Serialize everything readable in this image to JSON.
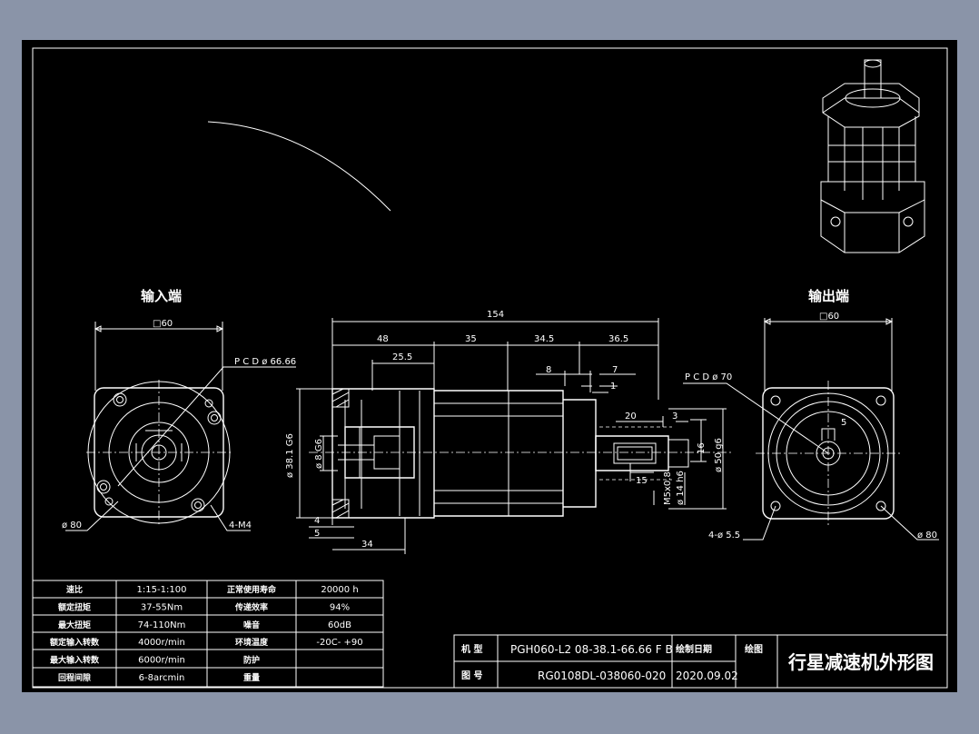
{
  "views": {
    "input_title": "输入端",
    "output_title": "输出端"
  },
  "dims": {
    "in_square": "□60",
    "in_pcd": "P C D ø 66.66",
    "in_dia": "ø 80",
    "in_holes": "4-M4",
    "overall": "154",
    "seg1": "48",
    "seg2": "35",
    "seg3": "34.5",
    "seg4": "36.5",
    "d25": "25.5",
    "d8": "8",
    "d7": "7",
    "d1": "1",
    "d20": "20",
    "d3": "3",
    "d16": "16",
    "d15": "15",
    "d_bore": "ø 38.1 G6",
    "d_shaft_in": "ø 8 G6",
    "d_pilot": "ø 50 g6",
    "d_shaft": "ø 14 h6",
    "d_thread": "M5x0.8",
    "d4": "4",
    "d5": "5",
    "d34": "34",
    "out_square": "□60",
    "out_pcd": "P C D ø 70",
    "out_key": "5",
    "out_holes": "4-ø 5.5",
    "out_dia": "ø 80"
  },
  "spec_table": [
    [
      "速比",
      "1:15-1:100",
      "正常使用寿命",
      "20000 h"
    ],
    [
      "额定扭矩",
      "37-55Nm",
      "传递效率",
      "94%"
    ],
    [
      "最大扭矩",
      "74-110Nm",
      "噪音",
      "60dB"
    ],
    [
      "额定输入转数",
      "4000r/min",
      "环境温度",
      "-20C- +90"
    ],
    [
      "最大输入转数",
      "6000r/min",
      "防护",
      ""
    ],
    [
      "回程间隙",
      "6-8arcmin",
      "重量",
      ""
    ]
  ],
  "title_block": {
    "model_label": "机 型",
    "model_value": "PGH060-L2 08-38.1-66.66 F B",
    "drawing_no_label": "图 号",
    "drawing_no_value": "RG0108DL-038060-020",
    "date_label": "绘制日期",
    "date_value": "2020.09.02",
    "drawn_label": "绘图",
    "title": "行星减速机外形图"
  }
}
